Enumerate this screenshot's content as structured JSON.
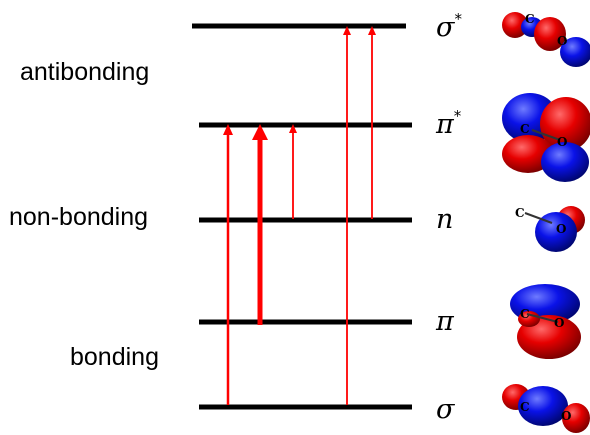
{
  "categories": {
    "antibonding": "antibonding",
    "nonbonding": "non-bonding",
    "bonding": "bonding"
  },
  "levels": [
    {
      "id": "sigma_star",
      "symbol": "σ",
      "superscript": "*"
    },
    {
      "id": "pi_star",
      "symbol": "π",
      "superscript": "*"
    },
    {
      "id": "n",
      "symbol": "n",
      "superscript": ""
    },
    {
      "id": "pi",
      "symbol": "π",
      "superscript": ""
    },
    {
      "id": "sigma",
      "symbol": "σ",
      "superscript": ""
    }
  ],
  "transitions": [
    {
      "from": "σ",
      "to": "π*",
      "emphasis": "normal"
    },
    {
      "from": "π",
      "to": "π*",
      "emphasis": "strong"
    },
    {
      "from": "n",
      "to": "π*",
      "emphasis": "normal"
    },
    {
      "from": "σ",
      "to": "σ*",
      "emphasis": "normal"
    },
    {
      "from": "n",
      "to": "σ*",
      "emphasis": "normal"
    }
  ],
  "orbital_atoms": {
    "carbon": "C",
    "oxygen": "O"
  },
  "colors": {
    "level": "#000000",
    "arrow": "#ff0000",
    "lobe_positive": "#e30000",
    "lobe_negative": "#0a12e8"
  }
}
